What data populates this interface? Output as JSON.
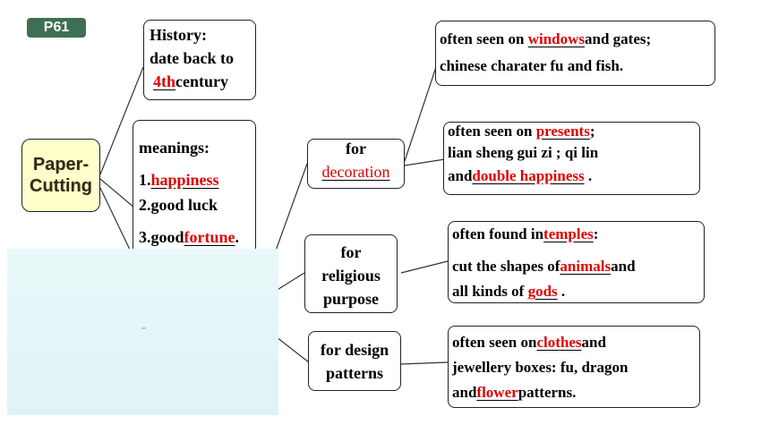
{
  "page_label": "P61",
  "root": {
    "line1": "Paper-",
    "line2": "Cutting"
  },
  "history": {
    "title": "History:",
    "line2": "date back to",
    "answer": "4th",
    "suffix": "century"
  },
  "meanings": {
    "title": "meanings:",
    "item1_prefix": "1.",
    "item1_answer": "happiness",
    "item2": "2.good luck",
    "item3_prefix": "3.good",
    "item3_answer": "fortune",
    "item3_suffix": "."
  },
  "decoration": {
    "label_top": "for",
    "label_answer": "decoration",
    "box1": {
      "prefix": "often seen on ",
      "answer": "windows",
      "suffix": "and gates;",
      "line2": "chinese charater fu and fish."
    },
    "box2": {
      "prefix": "often seen on ",
      "answer": "presents",
      "suffix": ";",
      "line2": "lian sheng gui zi ;   qi lin",
      "line3_prefix": "and",
      "line3_answer": "double happiness",
      "line3_suffix": " ."
    }
  },
  "religious": {
    "label_line1": "for",
    "label_line2": "religious",
    "label_line3": "purpose",
    "line1_prefix": "often found in",
    "line1_answer": "temples",
    "line1_suffix": ":",
    "line2_prefix": "cut the shapes of",
    "line2_answer": "animals",
    "line2_suffix": "and",
    "line3_prefix": "all kinds of ",
    "line3_answer": "gods",
    "line3_suffix": " ."
  },
  "design": {
    "label_line1": "for design",
    "label_line2": "patterns",
    "line1_prefix": "often seen on",
    "line1_answer": "clothes",
    "line1_suffix": "and",
    "line2": "jewellery boxes: fu, dragon",
    "line3_prefix": "and",
    "line3_answer": "flower",
    "line3_suffix": "patterns."
  },
  "overlay": {
    "mark": "-"
  },
  "colors": {
    "label_bg": "#3f6f52",
    "answer": "#e00000",
    "root_bg": "#ffffcc",
    "overlay_bg": "#e7f7f8",
    "overlay_mark": "#e08a30"
  }
}
